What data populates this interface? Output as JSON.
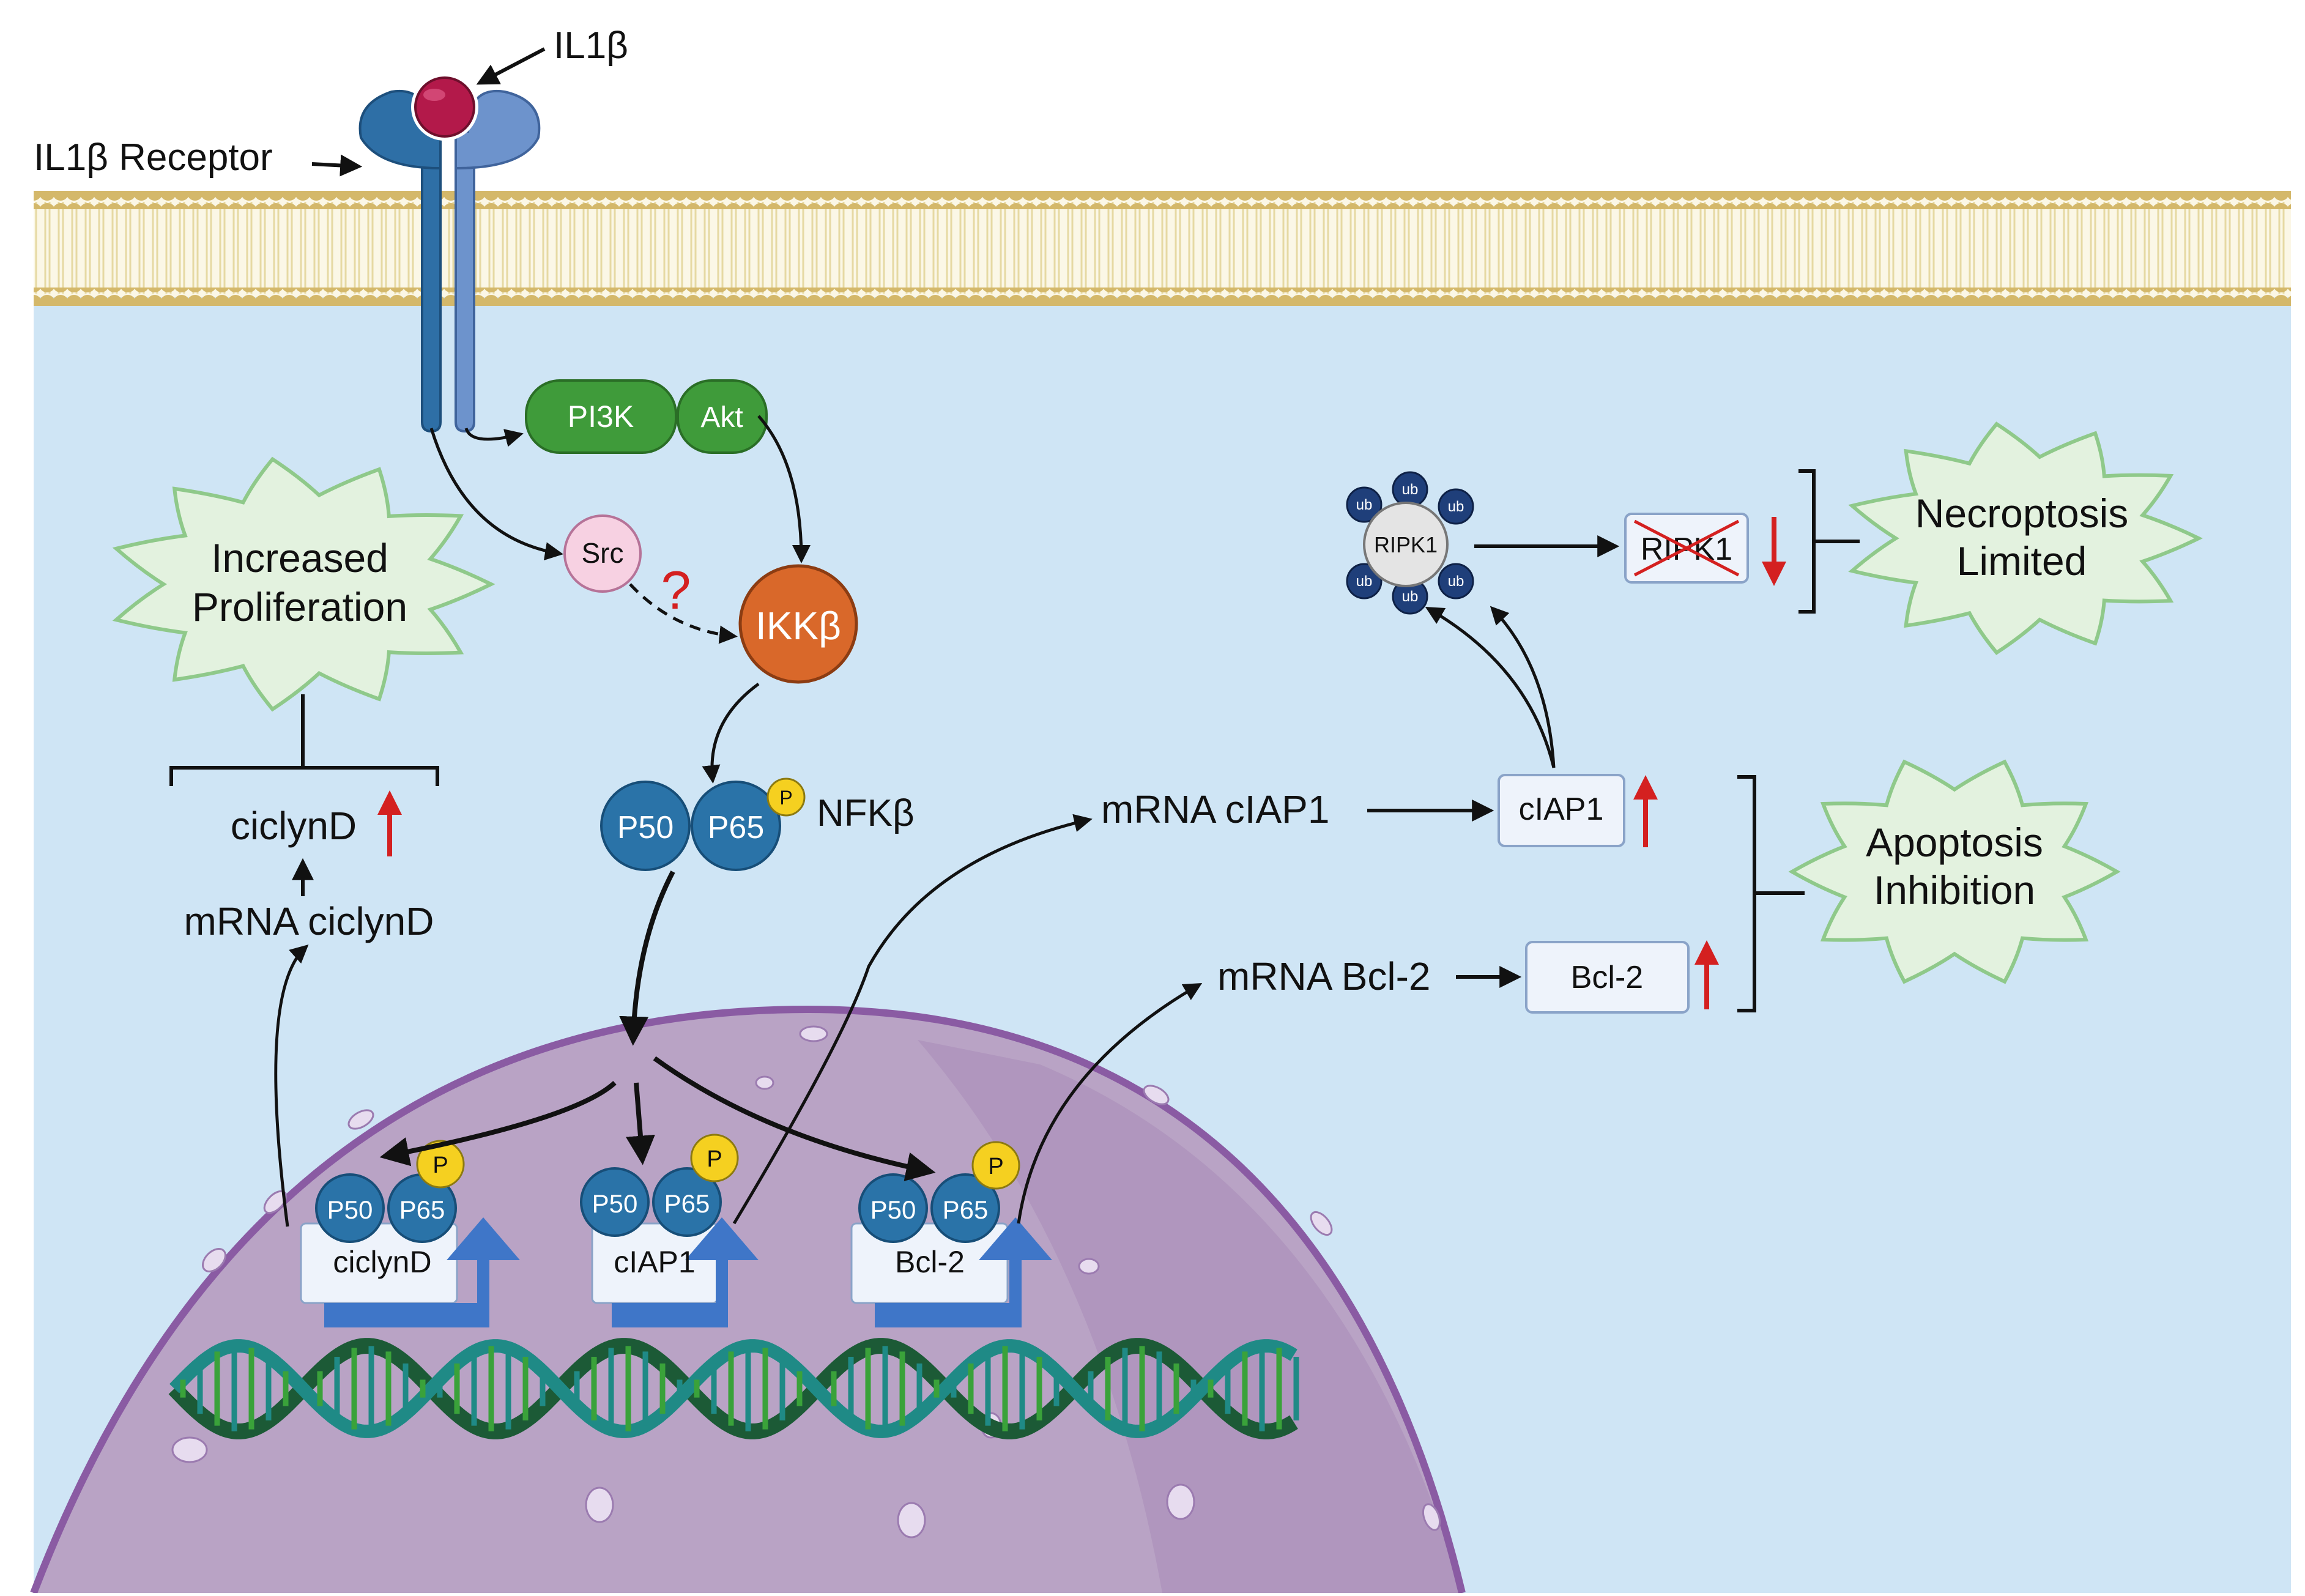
{
  "colors": {
    "cytoplasm": "#cfe5f5",
    "membrane_head": "#d4b86a",
    "membrane_tail": "#eadfae",
    "receptor": "#2e6fa6",
    "receptor_light": "#6d93cc",
    "ligand": "#b3194a",
    "pi3k_akt": "#3f9b3a",
    "ikk": "#d9682a",
    "src": "#f7d1e2",
    "p50_p65": "#2a73a8",
    "phospho": "#f5d020",
    "nucleus": "#b9a3c5",
    "nucleus_edge": "#8a5ba3",
    "dna_dark": "#1c5a36",
    "dna_teal": "#1f8a86",
    "arrow_up": "#d42020",
    "promoter_arrow": "#3f76c8",
    "blob_fill": "#e3f2df",
    "blob_edge": "#8fc98a",
    "ub": "#1f3f7a"
  },
  "labels": {
    "il1b": "IL1β",
    "il1b_receptor": "IL1β Receptor",
    "pi3k": "PI3K",
    "akt": "Akt",
    "src": "Src",
    "question": "?",
    "ikkb": "IKKβ",
    "p50": "P50",
    "p65": "P65",
    "p": "P",
    "nfkb": "NFKβ",
    "increased_proliferation_l1": "Increased",
    "increased_proliferation_l2": "Proliferation",
    "ciclynd": "ciclynD",
    "mrna_ciclynd": "mRNA ciclynD",
    "mrna_ciap1": "mRNA cIAP1",
    "ciap1": "cIAP1",
    "mrna_bcl2": "mRNA Bcl-2",
    "bcl2": "Bcl-2",
    "ripk1": "RIPK1",
    "ub": "ub",
    "necroptosis_l1": "Necroptosis",
    "necroptosis_l2": "Limited",
    "apoptosis_l1": "Apoptosis",
    "apoptosis_l2": "Inhibition",
    "gene_ciclynd": "ciclynD",
    "gene_ciap1": "cIAP1",
    "gene_bcl2": "Bcl-2"
  }
}
